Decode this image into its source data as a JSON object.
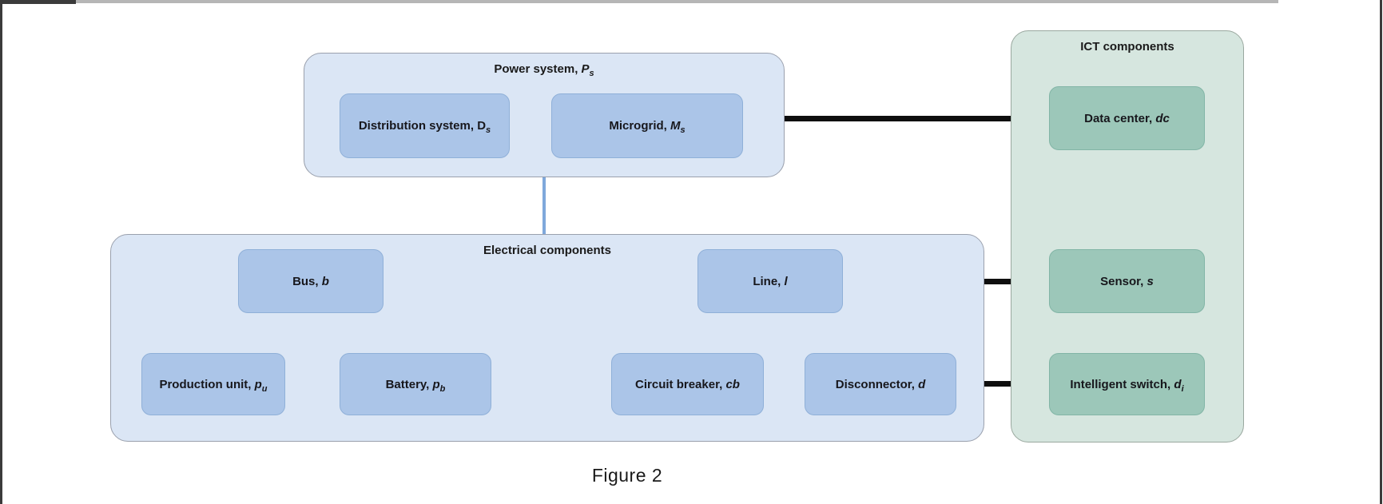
{
  "figure": {
    "caption": "Figure 2"
  },
  "groups": {
    "power": {
      "prefix": "Power system, ",
      "symbol": "P",
      "sub": "s"
    },
    "electrical": {
      "title": "Electrical components"
    },
    "ict": {
      "title": "ICT components"
    }
  },
  "nodes": {
    "distribution": {
      "prefix": "Distribution system, ",
      "symbol": "D",
      "sub": "s"
    },
    "microgrid": {
      "prefix": "Microgrid, ",
      "symbol": "M",
      "sub": "s"
    },
    "bus": {
      "prefix": "Bus, ",
      "symbol": "b"
    },
    "line": {
      "prefix": "Line, ",
      "symbol": "l"
    },
    "production_unit": {
      "prefix": "Production unit, ",
      "symbol": "p",
      "sub": "u"
    },
    "battery": {
      "prefix": "Battery, ",
      "symbol": "p",
      "sub": "b"
    },
    "circuit_breaker": {
      "prefix": "Circuit breaker, ",
      "symbol": "cb"
    },
    "disconnector": {
      "prefix": "Disconnector, ",
      "symbol": "d"
    },
    "data_center": {
      "prefix": "Data center, ",
      "symbol": "dc"
    },
    "sensor": {
      "prefix": "Sensor, ",
      "symbol": "s"
    },
    "intelligent_switch": {
      "prefix": "Intelligent switch, ",
      "symbol": "d",
      "sub": "i"
    }
  },
  "edges": [
    {
      "from": "Power system",
      "to": "Data center",
      "style": "black"
    },
    {
      "from": "Line",
      "to": "Sensor",
      "style": "black"
    },
    {
      "from": "Disconnector",
      "to": "Intelligent switch",
      "style": "black"
    },
    {
      "from": "Power system",
      "to": "Electrical components",
      "style": "blue"
    },
    {
      "from": "Bus",
      "to": "Production unit",
      "style": "blue"
    },
    {
      "from": "Bus",
      "to": "Battery",
      "style": "blue"
    },
    {
      "from": "Line",
      "to": "Circuit breaker",
      "style": "blue"
    },
    {
      "from": "Line",
      "to": "Disconnector",
      "style": "blue"
    },
    {
      "from": "Data center",
      "to": "Sensor",
      "style": "green"
    },
    {
      "from": "Data center",
      "to": "Intelligent switch",
      "style": "green"
    }
  ],
  "colors": {
    "group_blue_fill": "#dbe6f5",
    "group_green_fill": "#d6e6df",
    "node_blue_fill": "#abc5e8",
    "node_green_fill": "#9cc7b9",
    "edge_black": "#0e0e0e",
    "edge_blue": "#7fa8db",
    "edge_green": "#72b1a1",
    "text": "#1a1a1a"
  }
}
